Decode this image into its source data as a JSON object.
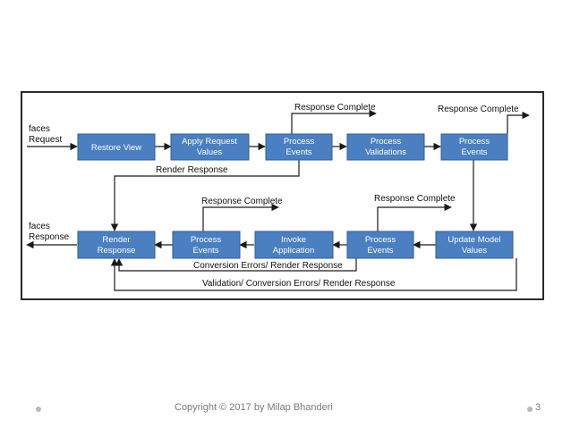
{
  "diagram": {
    "inputs": {
      "faces_request": [
        "faces",
        "Request"
      ],
      "faces_response": [
        "faces",
        "Response"
      ]
    },
    "nodes": {
      "restore_view": [
        "Restore View"
      ],
      "apply_request_values": [
        "Apply Request",
        "Values"
      ],
      "process_events_1": [
        "Process",
        "Events"
      ],
      "process_validations": [
        "Process",
        "Validations"
      ],
      "process_events_2": [
        "Process",
        "Events"
      ],
      "update_model_values": [
        "Update Model",
        "Values"
      ],
      "process_events_3": [
        "Process",
        "Events"
      ],
      "invoke_application": [
        "Invoke",
        "Application"
      ],
      "process_events_4": [
        "Process",
        "Events"
      ],
      "render_response": [
        "Render",
        "Response"
      ]
    },
    "edge_labels": {
      "response_complete_1": "Response Complete",
      "response_complete_2": "Response Complete",
      "response_complete_3": "Response Complete",
      "response_complete_4": "Response Complete",
      "render_response": "Render Response",
      "conversion_errors": "Conversion Errors/ Render Response",
      "validation_errors": "Validation/ Conversion Errors/ Render Response"
    },
    "colors": {
      "node_fill": "#4a7fc1",
      "node_border": "#2f5e99",
      "node_text": "#ffffff",
      "line": "#1a1a1a"
    }
  },
  "footer": {
    "copyright": "Copyright © 2017 by Milap Bhanderi",
    "page_number": "3"
  }
}
